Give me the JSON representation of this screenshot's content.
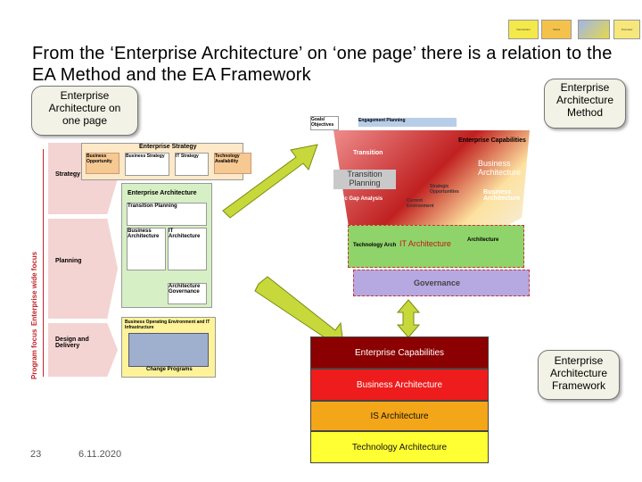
{
  "nav": {
    "items": [
      "Introduction",
      "Stand",
      "",
      "Overview"
    ]
  },
  "slide": {
    "title": "From the ‘Enterprise Architecture’ on ‘one page’ there is a relation to the EA Method and the EA Framework",
    "page_number": "23",
    "date": "6.11.2020"
  },
  "callouts": {
    "one_page": "Enterprise Architecture on one page",
    "method": "Enterprise Architecture Method",
    "framework": "Enterprise Architecture Framework"
  },
  "left_diagram": {
    "axis_enterprise": "Enterprise wide focus",
    "axis_program": "Program focus",
    "stage_strategy": "Strategy",
    "stage_planning": "Planning",
    "stage_design": "Design and Delivery",
    "enterprise_strategy": "Enterprise Strategy",
    "business_opportunity": "Business Opportunity",
    "business_strategy": "Business Strategy",
    "it_strategy": "IT Strategy",
    "technology_availability": "Technology Availability",
    "enterprise_architecture": "Enterprise Architecture",
    "transition_planning": "Transition Planning",
    "business_architecture": "Business Architecture",
    "it_architecture": "IT Architecture",
    "architecture_governance": "Architecture Governance",
    "business_operating_environment": "Business Operating Environment and IT Infrastructure",
    "change_programs": "Change Programs"
  },
  "method_diagram": {
    "goals": "Goals/ Objectives",
    "engagement_planning": "Engagement Planning",
    "enterprise_capabilities": "Enterprise Capabilities",
    "transition": "Transition",
    "business_architecture_big": "Business Architecture",
    "transition_planning": "Transition Planning",
    "strategic_opportunities": "Strategic Opportunities",
    "business_architecture": "Business Architecture",
    "strategic_gap_analysis": "Strategic Gap Analysis",
    "current_environment": "Current Environment",
    "it_architecture": "IT Architecture",
    "architecture": "Architecture",
    "technology_arch": "Technology Arch",
    "governance": "Governance"
  },
  "framework": {
    "layers": [
      {
        "label": "Enterprise Capabilities",
        "color": "#8b0000"
      },
      {
        "label": "Business Architecture",
        "color": "#ee1c1c"
      },
      {
        "label": "IS Architecture",
        "color": "#f4a619"
      },
      {
        "label": "Technology Architecture",
        "color": "#ffff33"
      }
    ]
  },
  "colors": {
    "arrow": "#c7d93a",
    "arrow_stroke": "#7a8a12",
    "purple": "#b6a8e0",
    "green": "#8fd46a"
  }
}
